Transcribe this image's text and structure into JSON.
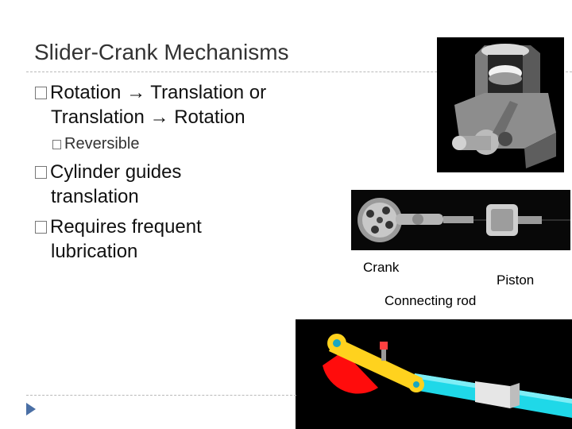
{
  "slide": {
    "title": "Slider-Crank Mechanisms",
    "bullets": [
      {
        "line1_a": "Rotation",
        "line1_b": "Translation or",
        "line2_a": "Translation",
        "line2_b": "Rotation"
      },
      {
        "sub": "Reversible"
      },
      {
        "line1": "Cylinder guides",
        "line2": "translation"
      },
      {
        "line1": "Requires frequent",
        "line2": "lubrication"
      }
    ],
    "captions": {
      "crank": "Crank",
      "piston": "Piston",
      "rod": "Connecting rod"
    }
  }
}
